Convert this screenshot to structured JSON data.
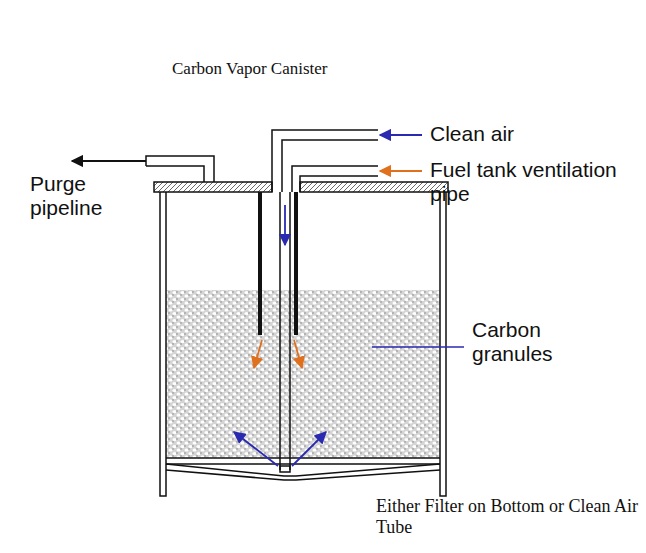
{
  "diagram": {
    "title": "Carbon Vapor Canister",
    "labels": [
      "Clean air",
      "Fuel tank ventilation pipe",
      "Purge pipeline",
      "Carbon granules",
      "Either Filter on Bottom or Clean Air Tube"
    ]
  }
}
